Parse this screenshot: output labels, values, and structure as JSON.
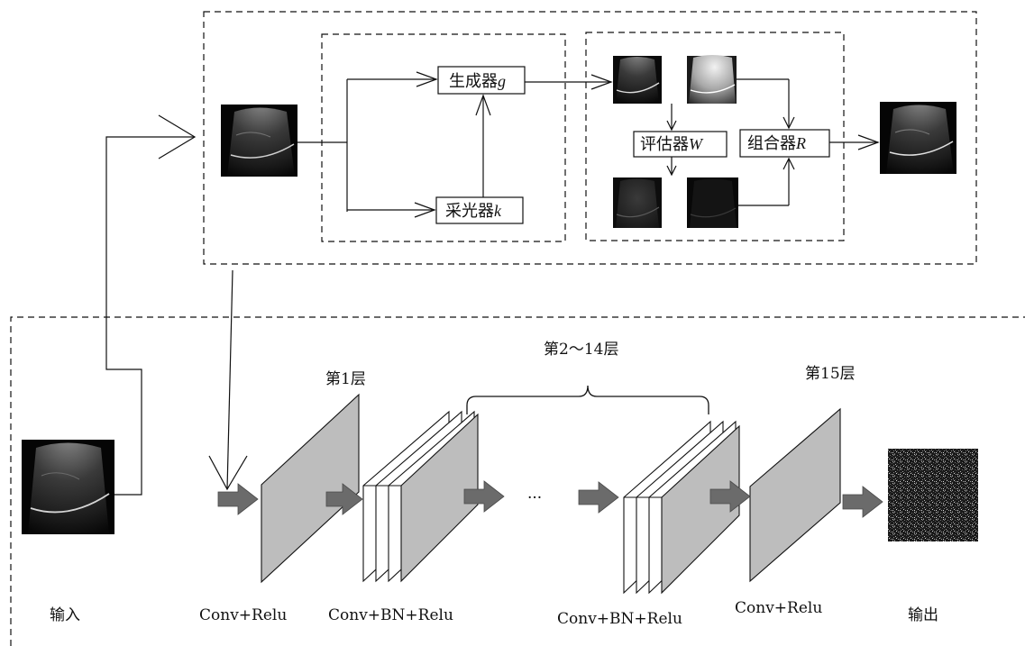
{
  "top_pipeline": {
    "generator": {
      "text": "生成器",
      "var": "g"
    },
    "sampler": {
      "text": "采光器",
      "var": "k"
    },
    "evaluator": {
      "text": "评估器",
      "var": "W"
    },
    "combiner": {
      "text": "组合器",
      "var": "R"
    }
  },
  "network": {
    "layer_first": "第1层",
    "layer_middle": "第2～14层",
    "layer_last": "第15层",
    "ellipsis": "···",
    "captions": {
      "input": "输入",
      "conv1": "Conv+Relu",
      "conv_bn_a": "Conv+BN+Relu",
      "conv_bn_b": "Conv+BN+Relu",
      "conv_last": "Conv+Relu",
      "output": "输出"
    }
  },
  "colors": {
    "line": "#111111",
    "layer_fill": "#bdbdbd",
    "arrow_fill": "#6b6b6b",
    "background": "#ffffff"
  }
}
